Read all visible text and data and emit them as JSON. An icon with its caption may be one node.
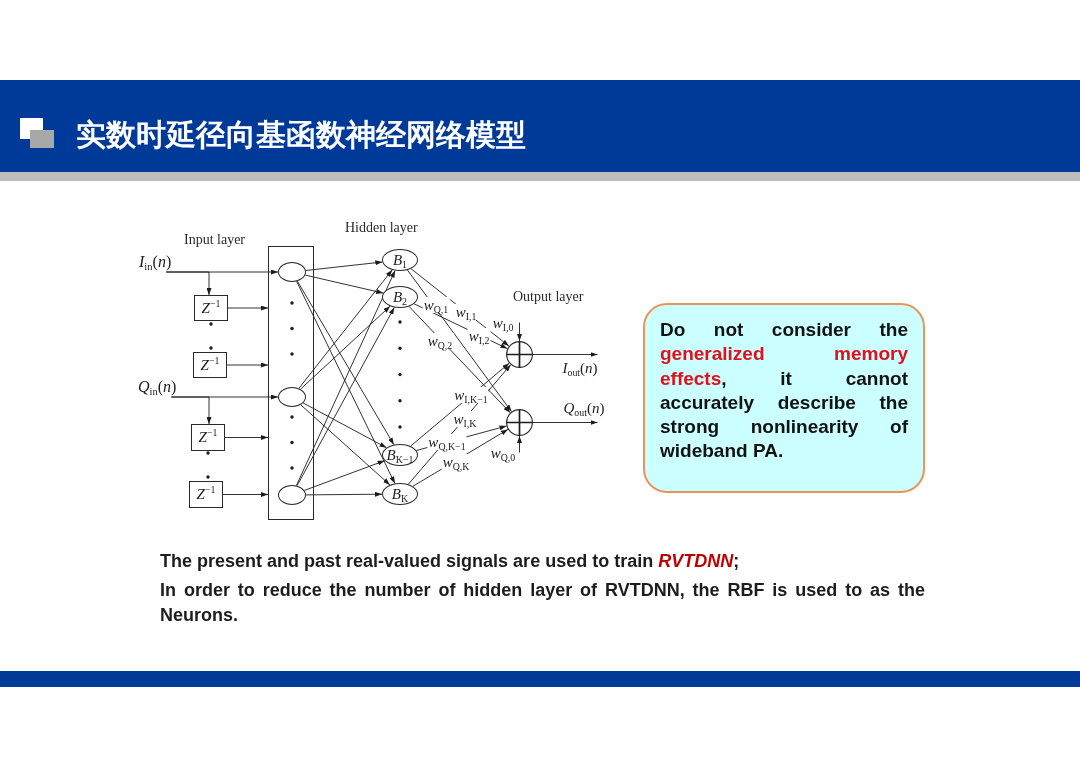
{
  "diagram": {
    "title": "实数时延径向基函数神经网络模型",
    "nodes": [
      {
        "text": [
          "*I*$_{in}$(*n*)"
        ]
      },
      {
        "text": [
          "*Z*$^{−1}$"
        ]
      },
      {
        "text": [
          "*Z*$^{−1}$"
        ]
      },
      {
        "text": [
          "*Q*$_{in}$(*n*)"
        ]
      },
      {
        "text": [
          "*Z*$^{−1}$"
        ]
      },
      {
        "text": [
          "*Z*$^{−1}$"
        ]
      },
      {
        "text": [],
        "shape": "box"
      },
      {
        "text": [],
        "shape": "circle",
        "in": 6
      },
      {
        "text": [],
        "shape": "circle",
        "in": 6
      },
      {
        "text": [],
        "shape": "circle",
        "in": 6
      },
      {
        "text": [
          "*B*$_{1}$"
        ]
      },
      {
        "text": [
          "*B*$_{2}$"
        ]
      },
      {
        "text": [
          "*B*$_{K−1}$"
        ]
      },
      {
        "text": [
          "*B*$_{K}$"
        ]
      },
      {
        "text": [],
        "shape": "circle"
      },
      {
        "text": [],
        "shape": "circle"
      },
      {
        "text": [
          "Do not consider the *generalized memory effects*, it cannot accurately describe the strong nonlinearity of wideband PA."
        ]
      }
    ],
    "edges": [
      {
        "from": 0,
        "to": 7,
        "arrow": "to"
      },
      {
        "from": 0,
        "to": 1,
        "arrow": "to"
      },
      {
        "from": 3,
        "to": 8,
        "arrow": "to"
      },
      {
        "from": 3,
        "to": 4,
        "arrow": "to"
      },
      {
        "from": 1,
        "to": 6,
        "arrow": "to"
      },
      {
        "from": 2,
        "to": 6,
        "arrow": "to"
      },
      {
        "from": 4,
        "to": 6,
        "arrow": "to"
      },
      {
        "from": 5,
        "to": 6,
        "arrow": "to"
      },
      {
        "from": 7,
        "to": 10,
        "arrow": "to"
      },
      {
        "from": 7,
        "to": 11,
        "arrow": "to"
      },
      {
        "from": 7,
        "to": 12,
        "arrow": "to"
      },
      {
        "from": 7,
        "to": 13,
        "arrow": "to"
      },
      {
        "from": 8,
        "to": 10,
        "arrow": "to"
      },
      {
        "from": 8,
        "to": 11,
        "arrow": "to"
      },
      {
        "from": 8,
        "to": 12,
        "arrow": "to"
      },
      {
        "from": 8,
        "to": 13,
        "arrow": "to"
      },
      {
        "from": 9,
        "to": 10,
        "arrow": "to"
      },
      {
        "from": 9,
        "to": 11,
        "arrow": "to"
      },
      {
        "from": 9,
        "to": 12,
        "arrow": "to"
      },
      {
        "from": 9,
        "to": 13,
        "arrow": "to"
      },
      {
        "from": 10,
        "to": 14,
        "arrow": "to",
        "label": "*w*$_{I,1}$"
      },
      {
        "from": 10,
        "to": 15,
        "arrow": "to",
        "label": "*w*$_{Q,1}$"
      },
      {
        "from": 11,
        "to": 14,
        "arrow": "to",
        "label": "*w*$_{I,2}$"
      },
      {
        "from": 11,
        "to": 15,
        "arrow": "to",
        "label": "*w*$_{Q,2}$"
      },
      {
        "from": 12,
        "to": 14,
        "arrow": "to",
        "label": "*w*$_{I,K−1}$"
      },
      {
        "from": 12,
        "to": 15,
        "arrow": "to",
        "label": "*w*$_{Q,K−1}$"
      },
      {
        "from": 13,
        "to": 14,
        "arrow": "to",
        "label": "*w*$_{I,K}$"
      },
      {
        "from": 13,
        "to": 15,
        "arrow": "to",
        "label": "*w*$_{Q,K}$"
      },
      {
        "from": null,
        "to": 14,
        "arrow": "to",
        "label": "*w*$_{I,0}$"
      },
      {
        "from": null,
        "to": 15,
        "arrow": "to",
        "label": "*w*$_{Q,0}$"
      },
      {
        "from": 14,
        "to": null,
        "arrow": "to",
        "label": "*I*$_{out}$(*n*)"
      },
      {
        "from": 15,
        "to": null,
        "arrow": "to",
        "label": "*Q*$_{out}$(*n*)"
      }
    ],
    "labels": [
      "Input layer",
      "Hidden layer",
      "Output layer",
      "The present and past real-valued signals are used to train *RVTDNN*;",
      "In order to reduce the number of hidden layer of RVTDNN, the RBF is used to as the Neurons."
    ]
  }
}
